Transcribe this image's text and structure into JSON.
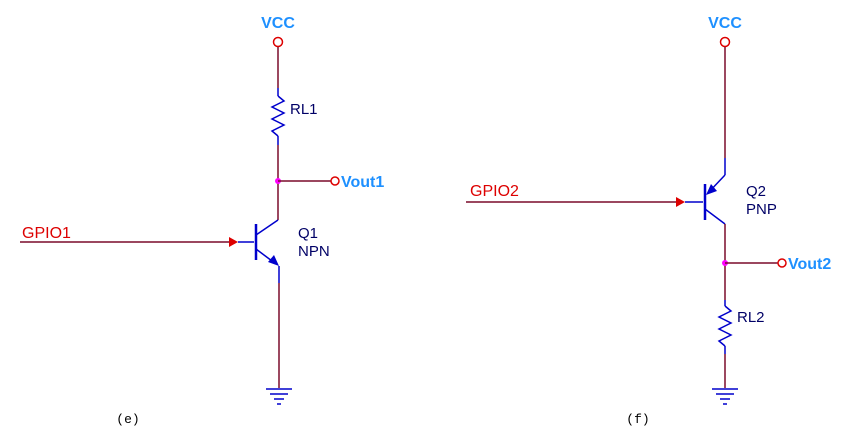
{
  "colors": {
    "wire": "#7a0a2a",
    "component": "#0000cc",
    "net_label": "#1e90ff",
    "signal": "#dd0000",
    "junction": "#ff00ff",
    "terminal": "#dd0000",
    "text": "#000066",
    "caption": "#000000"
  },
  "circuit_e": {
    "supply_label": "VCC",
    "input_label": "GPIO1",
    "output_label": "Vout1",
    "resistor_label": "RL1",
    "transistor_ref": "Q1",
    "transistor_type": "NPN",
    "caption": "(e)"
  },
  "circuit_f": {
    "supply_label": "VCC",
    "input_label": "GPIO2",
    "output_label": "Vout2",
    "resistor_label": "RL2",
    "transistor_ref": "Q2",
    "transistor_type": "PNP",
    "caption": "(f)"
  }
}
